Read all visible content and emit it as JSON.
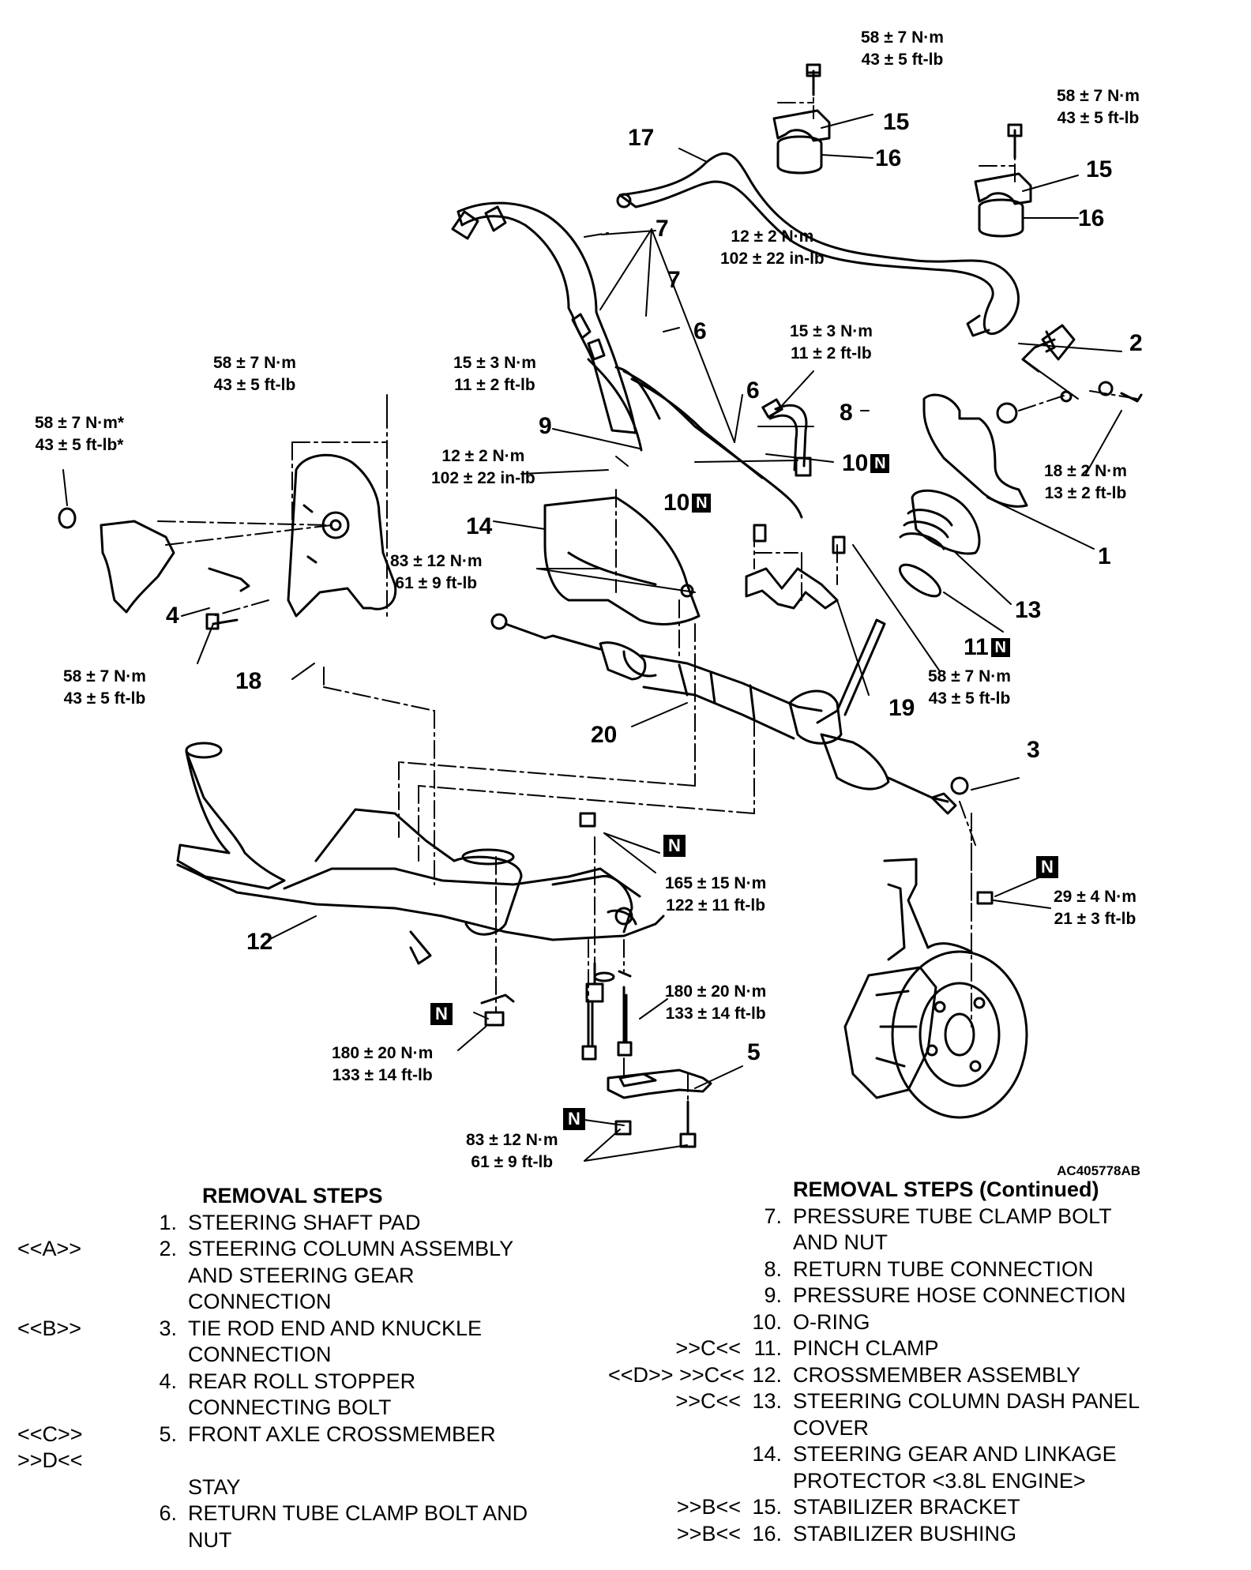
{
  "diagram": {
    "figure_code": "AC405778AB",
    "callouts": {
      "c1": "1",
      "c2": "2",
      "c3": "3",
      "c4": "4",
      "c5": "5",
      "c6a": "6",
      "c6b": "6",
      "c7a": "7",
      "c7b": "7",
      "c8": "8",
      "c9": "9",
      "c10a": "10",
      "c10b": "10",
      "c11": "11",
      "c12": "12",
      "c13": "13",
      "c14": "14",
      "c15a": "15",
      "c15b": "15",
      "c16a": "16",
      "c16b": "16",
      "c17": "17",
      "c18": "18",
      "c19": "19",
      "c20": "20"
    },
    "new_part_mark": "N",
    "torques": {
      "t_top1": [
        "58 ± 7 N·m",
        "43 ± 5 ft-lb"
      ],
      "t_top2": [
        "58 ± 7 N·m",
        "43 ± 5 ft-lb"
      ],
      "t_clamp": [
        "12 ± 2 N·m",
        "102 ± 22 in-lb"
      ],
      "t_tube8": [
        "15 ± 3 N·m",
        "11 ± 2 ft-lb"
      ],
      "t_hose9": [
        "15 ± 3 N·m",
        "11 ± 2 ft-lb"
      ],
      "t_bolt9": [
        "12 ± 2 N·m",
        "102 ± 22 in-lb"
      ],
      "t_stopper": [
        "58 ± 7 N·m",
        "43 ± 5 ft-lb"
      ],
      "t_star": [
        "58 ± 7 N·m*",
        "43 ± 5 ft-lb*"
      ],
      "t_col": [
        "18 ± 2 N·m",
        "13 ± 2 ft-lb"
      ],
      "t_prot": [
        "83 ± 12 N·m",
        "61 ± 9 ft-lb"
      ],
      "t_bolt4": [
        "58 ± 7 N·m",
        "43 ± 5 ft-lb"
      ],
      "t_gear": [
        "58 ± 7 N·m",
        "43 ± 5 ft-lb"
      ],
      "t_165": [
        "165 ± 15 N·m",
        "122 ± 11 ft-lb"
      ],
      "t_29": [
        "29 ± 4 N·m",
        "21 ± 3 ft-lb"
      ],
      "t_180r": [
        "180 ± 20 N·m",
        "133 ± 14 ft-lb"
      ],
      "t_180l": [
        "180 ± 20 N·m",
        "133 ± 14 ft-lb"
      ],
      "t_83b": [
        "83 ± 12 N·m",
        "61 ± 9 ft-lb"
      ]
    }
  },
  "removal_steps_left": {
    "title": "REMOVAL STEPS",
    "items": [
      {
        "prefix": "",
        "num": "1.",
        "lines": [
          "STEERING SHAFT PAD"
        ]
      },
      {
        "prefix": "<<A>>",
        "num": "2.",
        "lines": [
          "STEERING COLUMN ASSEMBLY",
          "AND STEERING GEAR",
          "CONNECTION"
        ]
      },
      {
        "prefix": "<<B>>",
        "num": "3.",
        "lines": [
          "TIE ROD END AND KNUCKLE",
          "CONNECTION"
        ]
      },
      {
        "prefix": "",
        "num": "4.",
        "lines": [
          "REAR ROLL STOPPER",
          "CONNECTING BOLT"
        ]
      },
      {
        "prefix": "<<C>> >>D<<",
        "num": "5.",
        "lines": [
          "FRONT AXLE CROSSMEMBER",
          "STAY"
        ]
      },
      {
        "prefix": "",
        "num": "6.",
        "lines": [
          "RETURN TUBE CLAMP BOLT AND",
          "NUT"
        ]
      }
    ]
  },
  "removal_steps_right": {
    "title": "REMOVAL STEPS (Continued)",
    "items": [
      {
        "prefix": "",
        "num": "7.",
        "lines": [
          "PRESSURE TUBE CLAMP BOLT",
          "AND NUT"
        ]
      },
      {
        "prefix": "",
        "num": "8.",
        "lines": [
          "RETURN TUBE CONNECTION"
        ]
      },
      {
        "prefix": "",
        "num": "9.",
        "lines": [
          "PRESSURE HOSE CONNECTION"
        ]
      },
      {
        "prefix": "",
        "num": "10.",
        "lines": [
          "O-RING"
        ]
      },
      {
        "prefix": ">>C<<",
        "num": "11.",
        "lines": [
          "PINCH CLAMP"
        ]
      },
      {
        "prefix": "<<D>> >>C<<",
        "num": "12.",
        "lines": [
          "CROSSMEMBER ASSEMBLY"
        ]
      },
      {
        "prefix": ">>C<<",
        "num": "13.",
        "lines": [
          "STEERING COLUMN DASH PANEL",
          "COVER"
        ]
      },
      {
        "prefix": "",
        "num": "14.",
        "lines": [
          "STEERING GEAR AND LINKAGE",
          "PROTECTOR <3.8L ENGINE>"
        ]
      },
      {
        "prefix": ">>B<<",
        "num": "15.",
        "lines": [
          "STABILIZER BRACKET"
        ]
      },
      {
        "prefix": ">>B<<",
        "num": "16.",
        "lines": [
          "STABILIZER BUSHING"
        ]
      }
    ]
  }
}
